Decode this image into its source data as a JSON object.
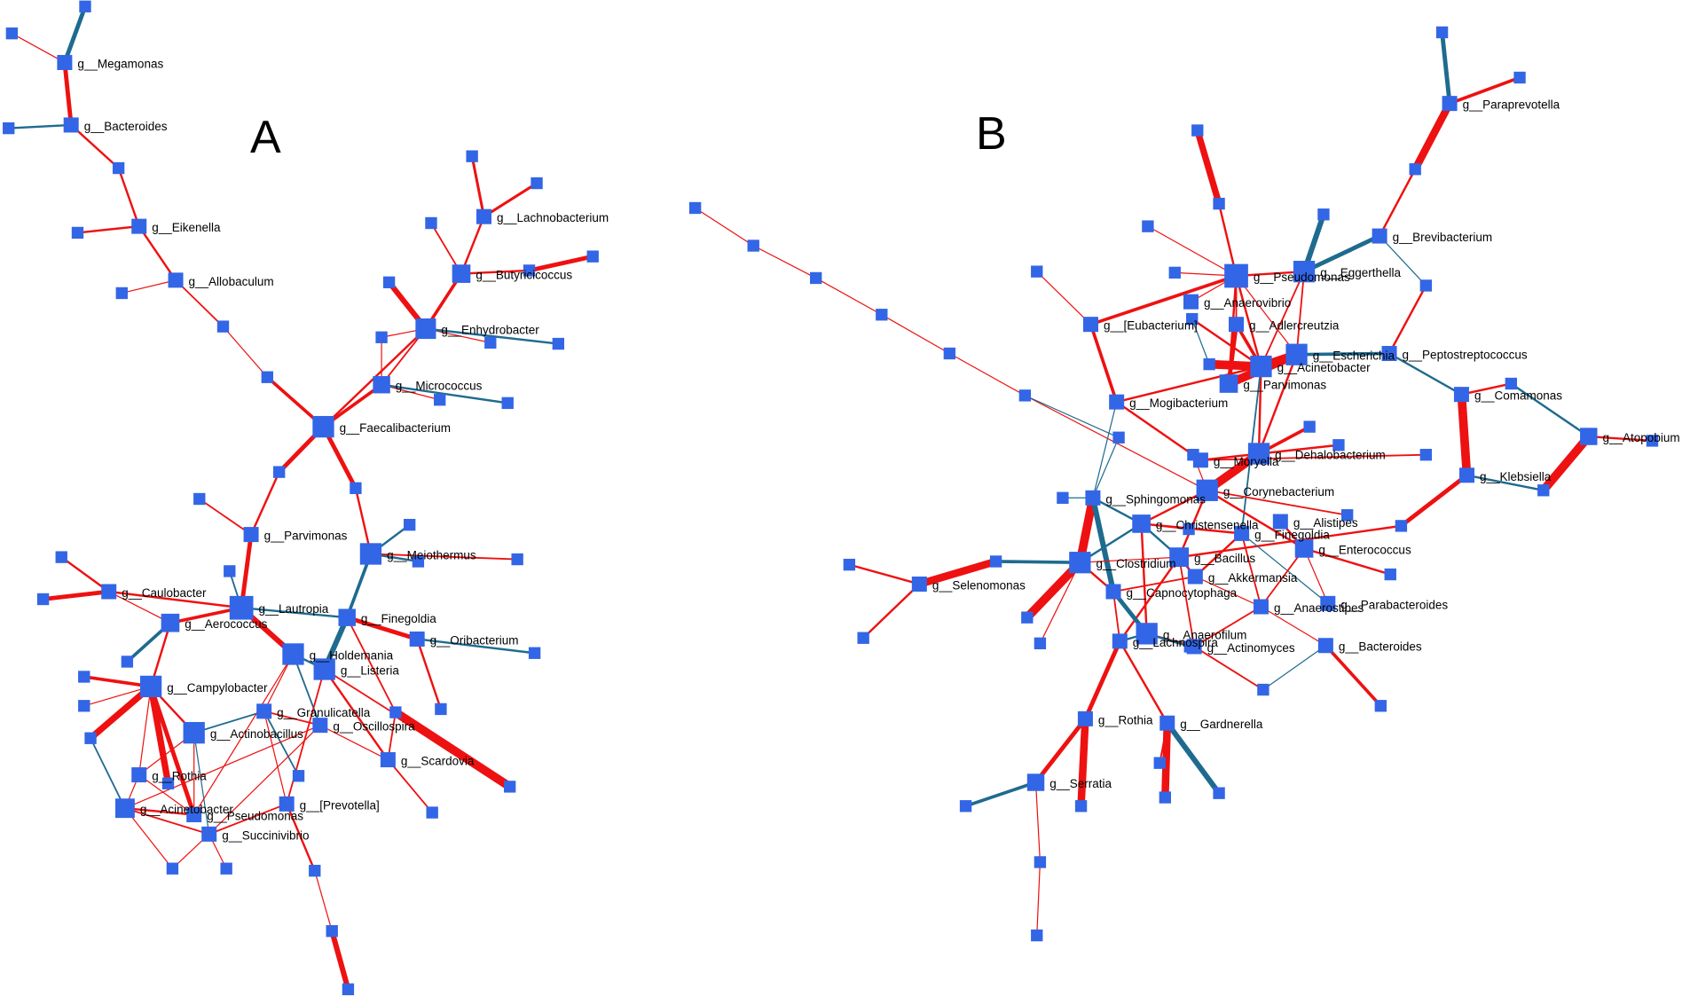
{
  "figure": {
    "panel_a_label": "A",
    "panel_b_label": "B"
  },
  "colors": {
    "node": "#3366e6",
    "positive_edge": "#ee1111",
    "negative_edge": "#1f6b8f",
    "label_text": "#000000"
  },
  "networks": [
    {
      "panel": "A",
      "nodes": [
        {
          "id": "A_megamonas",
          "label": "g__Megamonas"
        },
        {
          "id": "A_bacteroides",
          "label": "g__Bacteroides"
        },
        {
          "id": "A_eikenella",
          "label": "g__Eikenella"
        },
        {
          "id": "A_allobaculum",
          "label": "g__Allobaculum"
        },
        {
          "id": "A_lachnobacterium",
          "label": "g__Lachnobacterium"
        },
        {
          "id": "A_butyricicoccus",
          "label": "g__Butyricicoccus"
        },
        {
          "id": "A_enhydrobacter",
          "label": "g__Enhydrobacter"
        },
        {
          "id": "A_micrococcus",
          "label": "g__Micrococcus"
        },
        {
          "id": "A_faecalibacterium",
          "label": "g__Faecalibacterium"
        },
        {
          "id": "A_parvimonas",
          "label": "g__Parvimonas"
        },
        {
          "id": "A_meiothermus",
          "label": "g__Meiothermus"
        },
        {
          "id": "A_caulobacter",
          "label": "g__Caulobacter"
        },
        {
          "id": "A_aerococcus",
          "label": "g__Aerococcus"
        },
        {
          "id": "A_lautropia",
          "label": "g__Lautropia"
        },
        {
          "id": "A_finegoldia",
          "label": "g__Finegoldia"
        },
        {
          "id": "A_oribacterium",
          "label": "g__Oribacterium"
        },
        {
          "id": "A_holdemania",
          "label": "g__Holdemania"
        },
        {
          "id": "A_listeria",
          "label": "g__Listeria"
        },
        {
          "id": "A_campylobacter",
          "label": "g__Campylobacter"
        },
        {
          "id": "A_granulicatella",
          "label": "g__Granulicatella"
        },
        {
          "id": "A_actinobacillus",
          "label": "g__Actinobacillus"
        },
        {
          "id": "A_oscillospira",
          "label": "g__Oscillospira"
        },
        {
          "id": "A_scardovia",
          "label": "g__Scardovia"
        },
        {
          "id": "A_rothia",
          "label": "g__Rothia"
        },
        {
          "id": "A_prevotella",
          "label": "g__[Prevotella]"
        },
        {
          "id": "A_acinetobacter",
          "label": "g__Acinetobacter"
        },
        {
          "id": "A_pseudomonas",
          "label": "g__Pseudomonas"
        },
        {
          "id": "A_succinivibrio",
          "label": "g__Succinivibrio"
        }
      ]
    },
    {
      "panel": "B",
      "nodes": [
        {
          "id": "B_paraprevotella",
          "label": "g__Paraprevotella"
        },
        {
          "id": "B_brevibacterium",
          "label": "g__Brevibacterium"
        },
        {
          "id": "B_pseudomonas",
          "label": "g__Pseudomonas"
        },
        {
          "id": "B_eggerthella",
          "label": "g__Eggerthella"
        },
        {
          "id": "B_anaerovibrio",
          "label": "g__Anaerovibrio"
        },
        {
          "id": "B_eubacterium",
          "label": "g__[Eubacterium]"
        },
        {
          "id": "B_adlercreutzia",
          "label": "g__Adlercreutzia"
        },
        {
          "id": "B_escherichia",
          "label": "g__Escherichia"
        },
        {
          "id": "B_acinetobacter",
          "label": "g__Acinetobacter"
        },
        {
          "id": "B_peptostreptococcus",
          "label": "g__Peptostreptococcus"
        },
        {
          "id": "B_parvimonas",
          "label": "g__Parvimonas"
        },
        {
          "id": "B_mogibacterium",
          "label": "g__Mogibacterium"
        },
        {
          "id": "B_comamonas",
          "label": "g__Comamonas"
        },
        {
          "id": "B_atopobium",
          "label": "g__Atopobium"
        },
        {
          "id": "B_moryella",
          "label": "g__Moryella"
        },
        {
          "id": "B_dehalobacterium",
          "label": "g__Dehalobacterium"
        },
        {
          "id": "B_klebsiella",
          "label": "g__Klebsiella"
        },
        {
          "id": "B_sphingomonas",
          "label": "g__Sphingomonas"
        },
        {
          "id": "B_corynebacterium",
          "label": "g__Corynebacterium"
        },
        {
          "id": "B_christensenella",
          "label": "g__Christensenella"
        },
        {
          "id": "B_alistipes",
          "label": "g__Alistipes"
        },
        {
          "id": "B_finegoldia",
          "label": "g__Finegoldia"
        },
        {
          "id": "B_clostridium",
          "label": "g__Clostridium"
        },
        {
          "id": "B_bacillus",
          "label": "g__Bacillus"
        },
        {
          "id": "B_enterococcus",
          "label": "g__Enterococcus"
        },
        {
          "id": "B_akkermansia",
          "label": "g__Akkermansia"
        },
        {
          "id": "B_selenomonas",
          "label": "g__Selenomonas"
        },
        {
          "id": "B_capnocytophaga",
          "label": "g__Capnocytophaga"
        },
        {
          "id": "B_anaerostipes",
          "label": "g__Anaerostipes"
        },
        {
          "id": "B_parabacteroides",
          "label": "g__Parabacteroides"
        },
        {
          "id": "B_anaerofilum",
          "label": "g__Anaerofilum"
        },
        {
          "id": "B_lachnospira",
          "label": "g__Lachnospira"
        },
        {
          "id": "B_actinomyces",
          "label": "g__Actinomyces"
        },
        {
          "id": "B_bacteroides",
          "label": "g__Bacteroides"
        },
        {
          "id": "B_rothia",
          "label": "g__Rothia"
        },
        {
          "id": "B_gardnerella",
          "label": "g__Gardnerella"
        },
        {
          "id": "B_serratia",
          "label": "g__Serratia"
        }
      ]
    }
  ]
}
